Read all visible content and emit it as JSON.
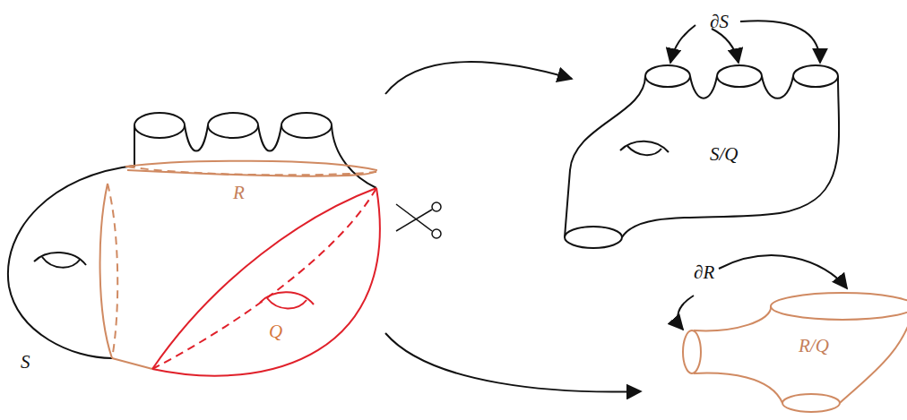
{
  "diagram": {
    "labels": [
      "∂S",
      "S/Q",
      "R",
      "∂R",
      "R/Q",
      "Q",
      "S"
    ]
  }
}
